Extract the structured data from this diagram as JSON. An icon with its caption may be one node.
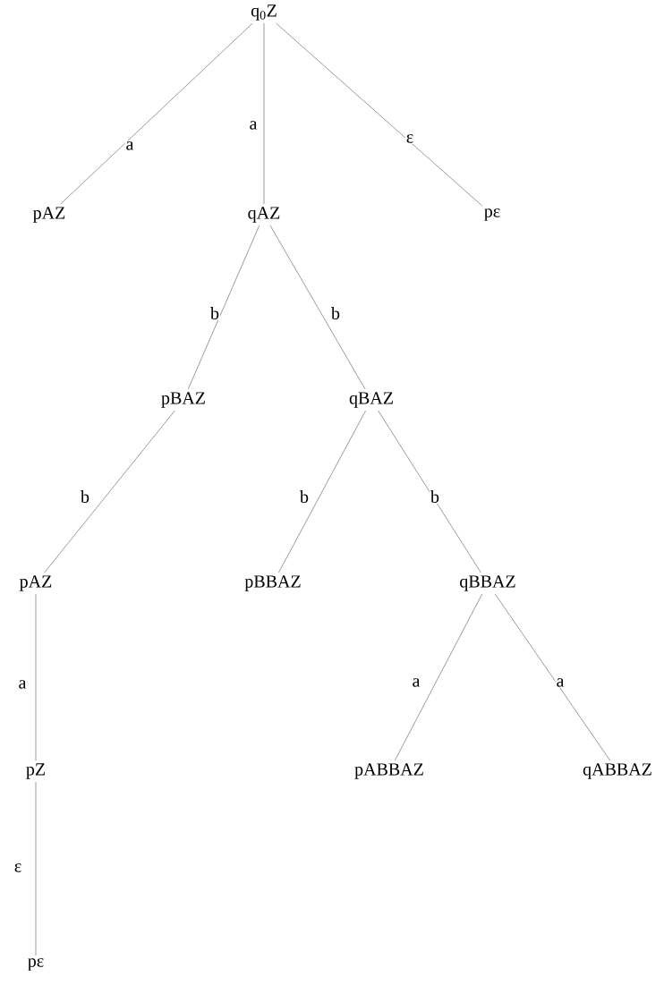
{
  "diagram": {
    "nodes": [
      {
        "text": [
          "q$_{0}$Z"
        ]
      },
      {
        "text": [
          "pAZ"
        ]
      },
      {
        "text": [
          "qAZ"
        ]
      },
      {
        "text": [
          "pε"
        ]
      },
      {
        "text": [
          "pBAZ"
        ]
      },
      {
        "text": [
          "qBAZ"
        ]
      },
      {
        "text": [
          "pAZ"
        ]
      },
      {
        "text": [
          "pBBAZ"
        ]
      },
      {
        "text": [
          "qBBAZ"
        ]
      },
      {
        "text": [
          "pZ"
        ]
      },
      {
        "text": [
          "pABBAZ"
        ]
      },
      {
        "text": [
          "qABBAZ"
        ]
      },
      {
        "text": [
          "pε"
        ]
      }
    ],
    "edges": [
      {
        "from": 0,
        "to": 1,
        "arrow": "none",
        "label": "a"
      },
      {
        "from": 0,
        "to": 2,
        "arrow": "none",
        "label": "a"
      },
      {
        "from": 0,
        "to": 3,
        "arrow": "none",
        "label": "ε"
      },
      {
        "from": 2,
        "to": 4,
        "arrow": "none",
        "label": "b"
      },
      {
        "from": 2,
        "to": 5,
        "arrow": "none",
        "label": "b"
      },
      {
        "from": 4,
        "to": 6,
        "arrow": "none",
        "label": "b"
      },
      {
        "from": 5,
        "to": 7,
        "arrow": "none",
        "label": "b"
      },
      {
        "from": 5,
        "to": 8,
        "arrow": "none",
        "label": "b"
      },
      {
        "from": 6,
        "to": 9,
        "arrow": "none",
        "label": "a"
      },
      {
        "from": 8,
        "to": 10,
        "arrow": "none",
        "label": "a"
      },
      {
        "from": 8,
        "to": 11,
        "arrow": "none",
        "label": "a"
      },
      {
        "from": 9,
        "to": 12,
        "arrow": "none",
        "label": "ε"
      }
    ]
  }
}
